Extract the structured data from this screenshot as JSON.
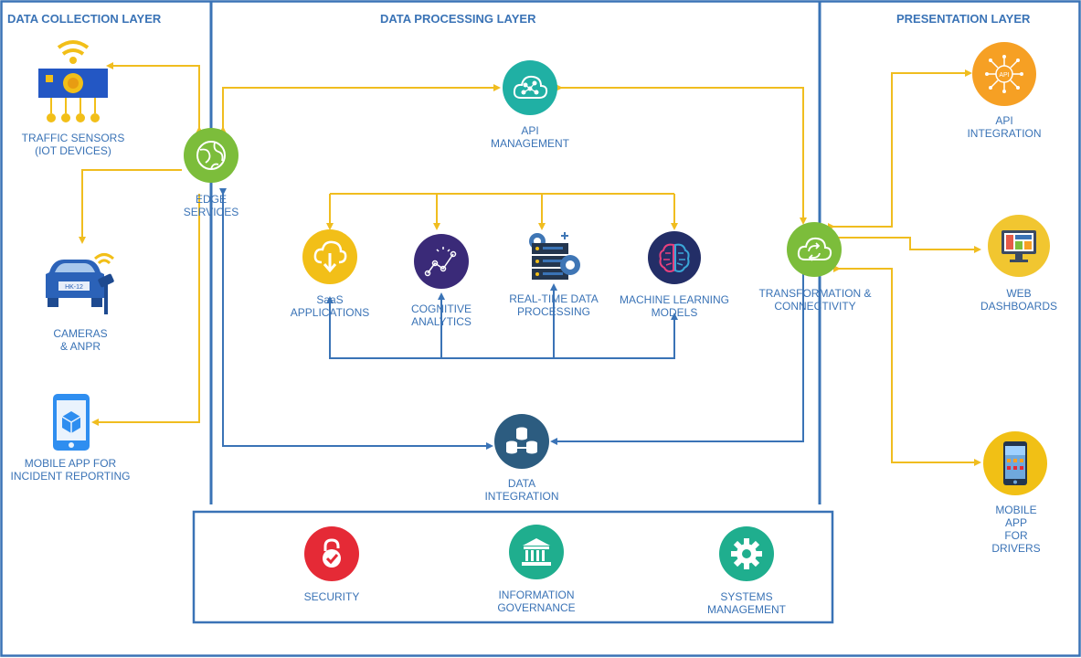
{
  "colors": {
    "frame": "#3a73b6",
    "text": "#3a73b6",
    "connector_yellow": "#f0bd1f",
    "connector_blue": "#3a73b6",
    "edge_green": "#7cbd3b",
    "api_teal": "#20b0a4",
    "saas_yellow": "#f2bf18",
    "analytics_purple": "#3a2a78",
    "ml_navy": "#232e67",
    "data_slate": "#2c5c80",
    "security_red": "#e52a36",
    "governance_teal": "#1fae8e",
    "systems_teal": "#1fae8e",
    "api_orange": "#f6a024",
    "dashboard_yellow": "#f1c630",
    "drivers_yellow": "#f1c015"
  },
  "layers": {
    "collection": "DATA COLLECTION LAYER",
    "processing": "DATA PROCESSING LAYER",
    "presentation": "PRESENTATION LAYER"
  },
  "collection": {
    "traffic_sensors": "TRAFFIC SENSORS\n(IOT DEVICES)",
    "cameras": "CAMERAS\n& ANPR",
    "mobile_reporting": "MOBILE APP FOR\nINCIDENT REPORTING",
    "edge_services": "EDGE\nSERVICES",
    "plate_text": "HK-12"
  },
  "processing": {
    "api_management": "API\nMANAGEMENT",
    "saas": "SaaS\nAPPLICATIONS",
    "cognitive": "COGNITIVE\nANALYTICS",
    "realtime": "REAL-TIME DATA\nPROCESSING",
    "ml": "MACHINE LEARNING\nMODELS",
    "transformation": "TRANSFORMATION &\nCONNECTIVITY",
    "data_integration": "DATA\nINTEGRATION"
  },
  "foundation": {
    "security": "SECURITY",
    "governance": "INFORMATION\nGOVERNANCE",
    "systems": "SYSTEMS\nMANAGEMENT"
  },
  "presentation": {
    "api_integration": "API INTEGRATION",
    "api_badge": "API",
    "dashboards": "WEB\nDASHBOARDS",
    "drivers": "MOBILE APP\nFOR DRIVERS"
  },
  "icons": {
    "edge": "globe-icon",
    "api": "cloud-network-icon",
    "saas": "cloud-download-icon",
    "cognitive": "analytics-graph-icon",
    "realtime": "server-gears-icon",
    "ml": "brain-icon",
    "transformation": "cloud-sync-icon",
    "data": "database-icon",
    "security": "padlock-icon",
    "governance": "building-icon",
    "systems": "gear-icon",
    "api_integration": "api-network-icon",
    "dashboards": "monitor-dashboard-icon",
    "drivers": "smartphone-icon",
    "sensors": "iot-sensor-icon",
    "cameras": "camera-car-icon",
    "mobile_reporting": "mobile-phone-icon"
  }
}
